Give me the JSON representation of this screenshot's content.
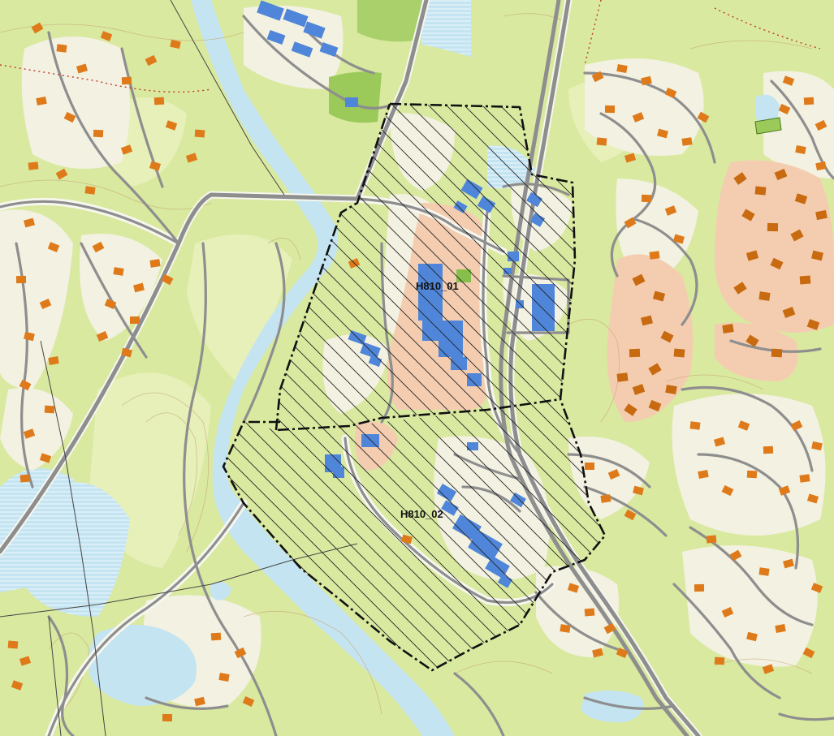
{
  "map": {
    "zones": [
      {
        "id": "H810_01",
        "label": "H810_01"
      },
      {
        "id": "H810_02",
        "label": "H810_02"
      }
    ],
    "colors": {
      "background": "#d9e9a0",
      "land_light": "#e6f0b8",
      "residential": "#f3f1e1",
      "water": "#c4e4f2",
      "water_hatch": "#dbeff8",
      "commercial_area": "#f4cdb0",
      "building_residential": "#df7a1a",
      "building_dark": "#c86a10",
      "building_commercial": "#4f86d9",
      "road": "#8e8e8e",
      "road_casing": "#f7f7f0",
      "contour": "#c9a776",
      "boundary": "#111111",
      "hatch": "#222222",
      "powerline": "#444444",
      "trail": "#c0392b",
      "field": "#9bc95a"
    }
  }
}
